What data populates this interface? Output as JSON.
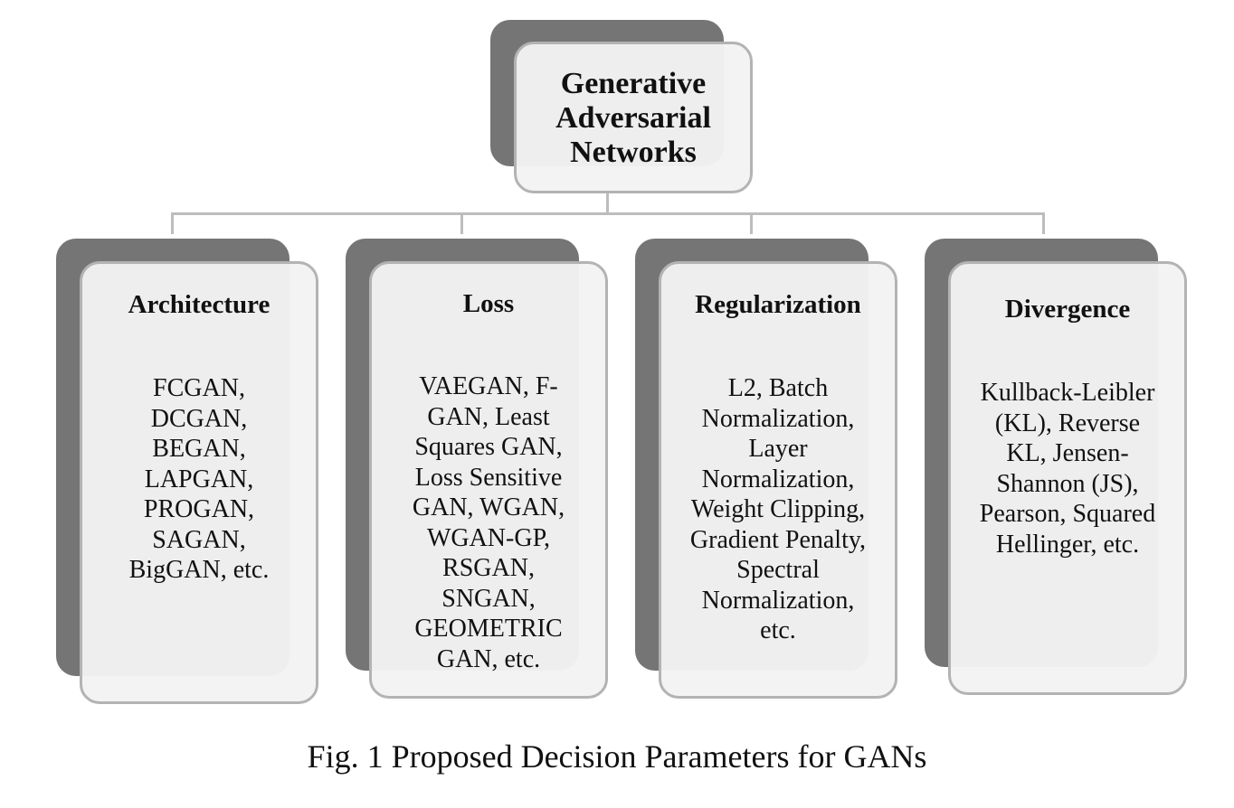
{
  "root": {
    "lines": [
      "Generative",
      "Adversarial",
      "Networks"
    ]
  },
  "columns": [
    {
      "title": "Architecture",
      "lines": [
        "FCGAN,",
        "DCGAN,",
        "BEGAN,",
        "LAPGAN,",
        "PROGAN,",
        "SAGAN,",
        "BigGAN, etc."
      ]
    },
    {
      "title": "Loss",
      "lines": [
        "VAEGAN, F-",
        "GAN, Least",
        "Squares GAN,",
        "Loss Sensitive",
        "GAN, WGAN,",
        "WGAN-GP,",
        "RSGAN,",
        "SNGAN,",
        "GEOMETRIC",
        "GAN, etc."
      ]
    },
    {
      "title": "Regularization",
      "lines": [
        "L2, Batch",
        "Normalization,",
        "Layer",
        "Normalization,",
        "Weight Clipping,",
        "Gradient Penalty,",
        "Spectral",
        "Normalization,",
        "etc."
      ]
    },
    {
      "title": "Divergence",
      "lines": [
        "Kullback-Leibler",
        "(KL), Reverse",
        "KL, Jensen-",
        "Shannon (JS),",
        "Pearson, Squared",
        "Hellinger, etc."
      ]
    }
  ],
  "caption": "Fig. 1 Proposed Decision Parameters for GANs",
  "colors": {
    "shadow": "#757575",
    "card_fill": "#f3f3f3",
    "card_border": "#b3b3b3",
    "connector": "#bdbdbd"
  }
}
